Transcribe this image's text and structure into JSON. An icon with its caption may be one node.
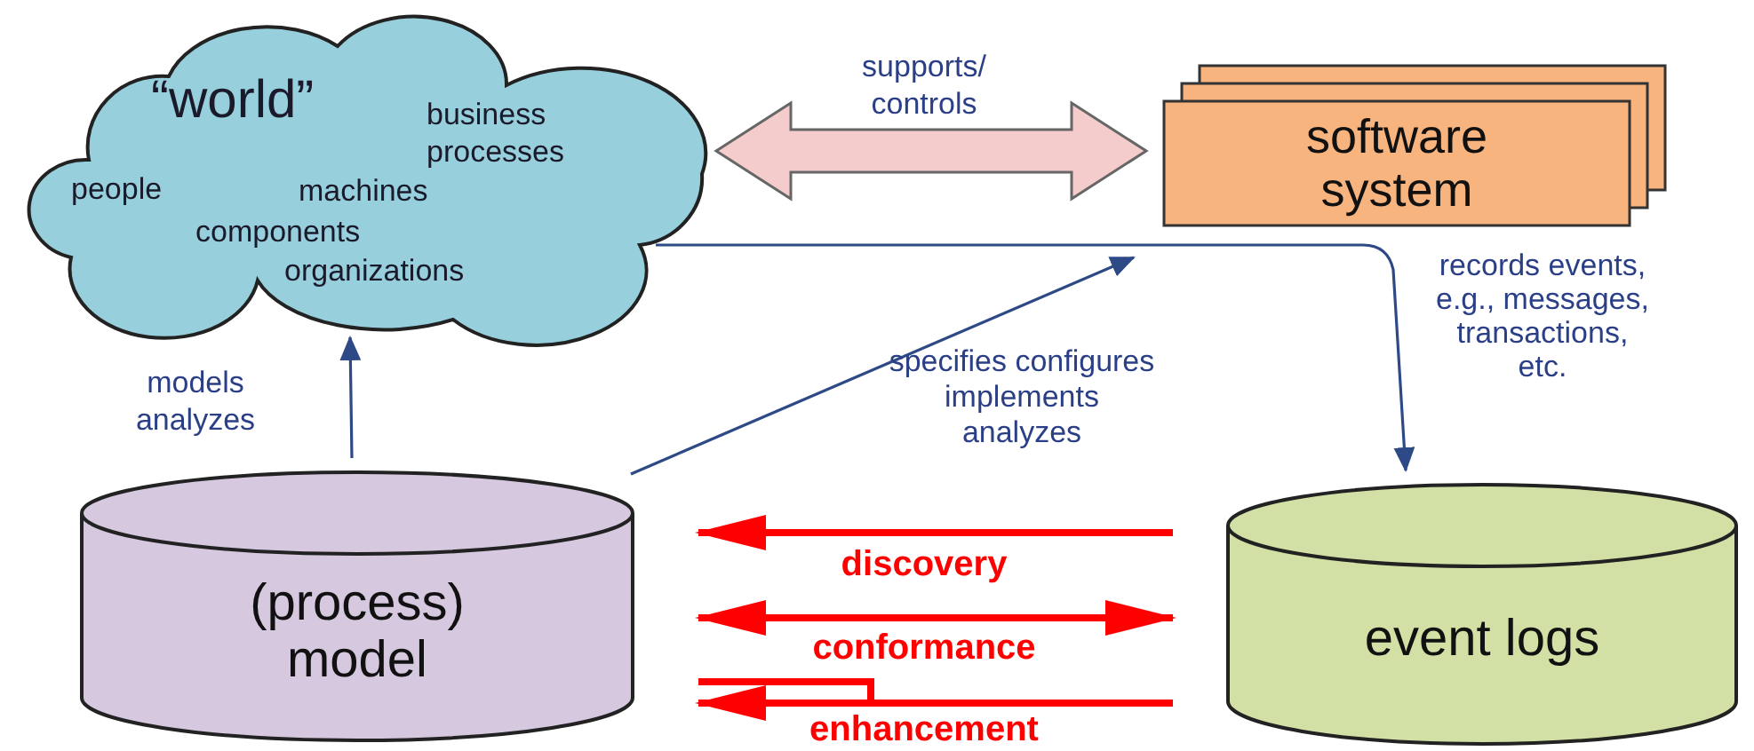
{
  "diagram": {
    "nodes": [
      {
        "text": [
          "“world”",
          "business processes",
          "people",
          "machines",
          "components",
          "organizations"
        ]
      },
      {
        "text": [
          "software system"
        ]
      },
      {
        "text": [
          "(process) model"
        ]
      },
      {
        "text": [
          "event logs"
        ]
      }
    ],
    "edges": [
      {
        "from": 2,
        "to": 0,
        "arrow": "to",
        "label": "models analyzes"
      },
      {
        "from": 0,
        "to": 1,
        "arrow": "both",
        "label": "supports/ controls",
        "style": "thick",
        "color": "#f4cccc"
      },
      {
        "from": 2,
        "to": 1,
        "arrow": "to",
        "label": "specifies configures implements analyzes"
      },
      {
        "from": 0,
        "to": 3,
        "arrow": "to",
        "label": "records events, e.g., messages, transactions, etc."
      },
      {
        "from": 3,
        "to": 2,
        "arrow": "to",
        "label": "discovery",
        "style": "thick",
        "color": "#ff0000"
      },
      {
        "from": 2,
        "to": 3,
        "arrow": "both",
        "label": "conformance",
        "style": "thick",
        "color": "#ff0000"
      },
      {
        "from": 3,
        "to": 2,
        "arrow": "to",
        "label": "enhancement",
        "style": "thick",
        "color": "#ff0000"
      }
    ]
  }
}
